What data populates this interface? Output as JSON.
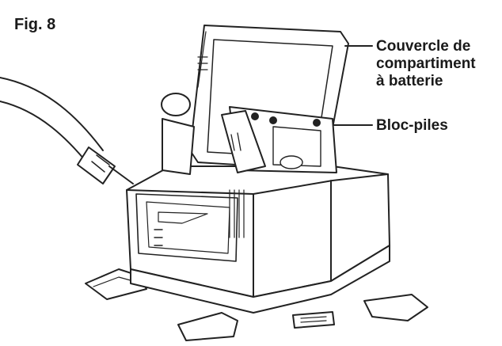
{
  "figure": {
    "label": "Fig. 8"
  },
  "callouts": {
    "cover": {
      "line1": "Couvercle de",
      "line2": "compartiment",
      "line3": "à batterie"
    },
    "battery_pack": {
      "label": "Bloc-piles"
    }
  }
}
